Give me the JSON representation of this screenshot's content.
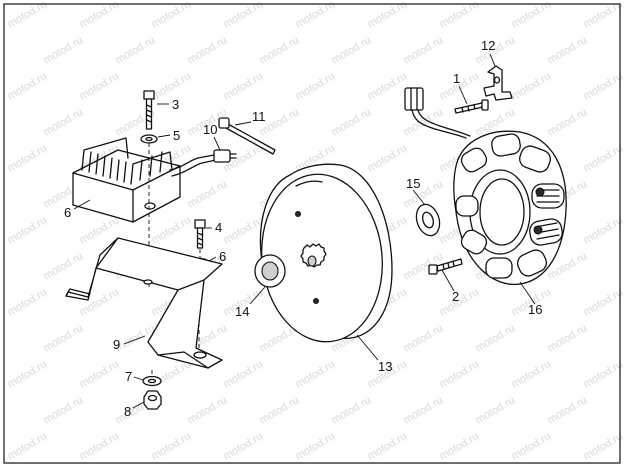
{
  "watermark": "motod.ru",
  "callouts": [
    "1",
    "2",
    "3",
    "4",
    "5",
    "6",
    "7",
    "8",
    "9",
    "10",
    "11",
    "12",
    "13",
    "14",
    "15",
    "16"
  ]
}
